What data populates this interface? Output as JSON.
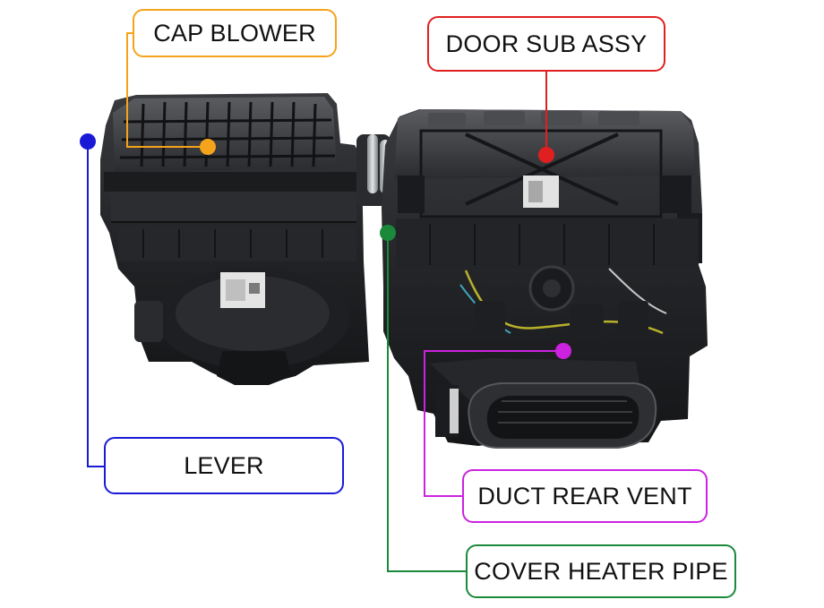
{
  "diagram": {
    "labels": {
      "cap_blower": "CAP BLOWER",
      "door_sub_assy": "DOOR SUB ASSY",
      "lever": "LEVER",
      "duct_rear_vent": "DUCT REAR VENT",
      "cover_heater_pipe": "COVER HEATER PIPE"
    },
    "colors": {
      "cap_blower": "#f5a31a",
      "door_sub_assy": "#e02020",
      "lever": "#1a1ad6",
      "duct_rear_vent": "#cc22e0",
      "cover_heater_pipe": "#1a8a3a"
    },
    "image": "hvac-unit-assembly-photo"
  }
}
